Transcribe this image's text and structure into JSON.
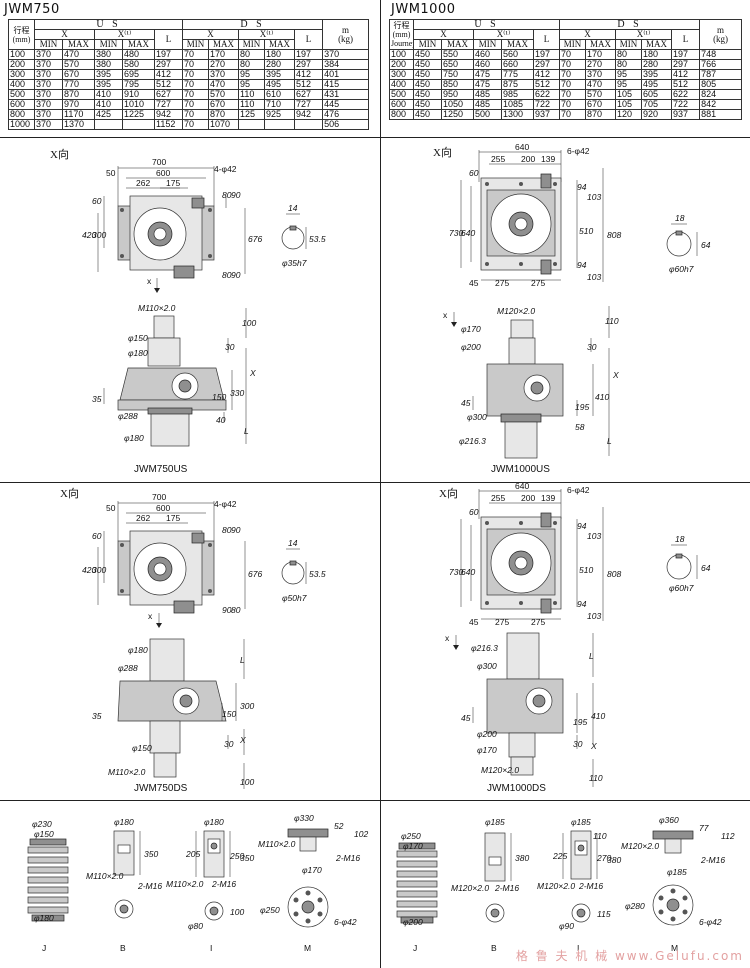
{
  "left": {
    "title": "JWM750",
    "table": {
      "head_stroke": "行程",
      "head_mm": "(mm)",
      "us": "U S",
      "ds": "D S",
      "x": "X",
      "x1": "X⁽¹⁾",
      "min": "MIN",
      "max": "MAX",
      "l": "L",
      "m": "m",
      "kg": "(kg)",
      "rows": [
        [
          "100",
          "370",
          "470",
          "380",
          "480",
          "197",
          "70",
          "170",
          "80",
          "180",
          "197",
          "370"
        ],
        [
          "200",
          "370",
          "570",
          "380",
          "580",
          "297",
          "70",
          "270",
          "80",
          "280",
          "297",
          "384"
        ],
        [
          "300",
          "370",
          "670",
          "395",
          "695",
          "412",
          "70",
          "370",
          "95",
          "395",
          "412",
          "401"
        ],
        [
          "400",
          "370",
          "770",
          "395",
          "795",
          "512",
          "70",
          "470",
          "95",
          "495",
          "512",
          "415"
        ],
        [
          "500",
          "370",
          "870",
          "410",
          "910",
          "627",
          "70",
          "570",
          "110",
          "610",
          "627",
          "431"
        ],
        [
          "600",
          "370",
          "970",
          "410",
          "1010",
          "727",
          "70",
          "670",
          "110",
          "710",
          "727",
          "445"
        ],
        [
          "800",
          "370",
          "1170",
          "425",
          "1225",
          "942",
          "70",
          "870",
          "125",
          "925",
          "942",
          "476"
        ],
        [
          "1000",
          "370",
          "1370",
          "",
          "",
          "1152",
          "70",
          "1070",
          "",
          "",
          "",
          "506"
        ]
      ]
    },
    "us": {
      "view": "X向",
      "d700": "700",
      "d600": "600",
      "d262": "262",
      "d175": "175",
      "d50": "50",
      "holes": "4-φ42",
      "d60": "60",
      "d420": "420",
      "d300": "300",
      "d676": "676",
      "d90": "90",
      "d80": "80",
      "key_w": "14",
      "key_h": "53.5",
      "shaft": "φ35h7",
      "arrow": "x",
      "thread": "M110×2.0",
      "d150": "φ150",
      "d180": "φ180",
      "d288": "φ288",
      "d180b": "φ180",
      "v100": "100",
      "v30": "30",
      "vX": "X",
      "v330": "330",
      "v150": "150",
      "v35": "35",
      "v40": "40",
      "vL": "L",
      "model": "JWM750US"
    },
    "ds": {
      "view": "X向",
      "d700": "700",
      "d600": "600",
      "d262": "262",
      "d175": "175",
      "d50": "50",
      "holes": "4-φ42",
      "d60": "60",
      "d420": "420",
      "d300": "300",
      "d676": "676",
      "d90": "90",
      "d80": "80",
      "key_w": "14",
      "key_h": "53.5",
      "shaft": "φ50h7",
      "arrow": "x",
      "d180": "φ180",
      "d288": "φ288",
      "d150": "φ150",
      "thread": "M110×2.0",
      "vL": "L",
      "v150": "150",
      "v300": "300",
      "v35": "35",
      "v30": "30",
      "vX": "X",
      "v100": "100",
      "model": "JWM750DS"
    },
    "acc": {
      "j_d1": "φ230",
      "j_d2": "φ150",
      "j_d3": "φ180",
      "b_d": "φ180",
      "b_h": "350",
      "b_thread": "M110×2.0",
      "b_holes": "2-M16",
      "i_d": "φ180",
      "i_205": "205",
      "i_250": "250",
      "i_350": "350",
      "i_thread": "M110×2.0",
      "i_holes": "2-M16",
      "i_80": "φ80",
      "i_100": "100",
      "m_d": "φ330",
      "m_52": "52",
      "m_102": "102",
      "m_thread": "M110×2.0",
      "m_holes": "2-M16",
      "m_170": "φ170",
      "m_250": "φ250",
      "m_bolts": "6-φ42",
      "labels": [
        "J",
        "B",
        "I",
        "M"
      ]
    }
  },
  "right": {
    "title": "JWM1000",
    "table": {
      "head_stroke": "行程",
      "head_mm": "(mm)",
      "head_en": "Journey",
      "us": "U S",
      "ds": "D S",
      "x": "X",
      "x1": "X⁽¹⁾",
      "min": "MIN",
      "max": "MAX",
      "l": "L",
      "m": "m",
      "kg": "(kg)",
      "rows": [
        [
          "100",
          "450",
          "550",
          "460",
          "560",
          "197",
          "70",
          "170",
          "80",
          "180",
          "197",
          "748"
        ],
        [
          "200",
          "450",
          "650",
          "460",
          "660",
          "297",
          "70",
          "270",
          "80",
          "280",
          "297",
          "766"
        ],
        [
          "300",
          "450",
          "750",
          "475",
          "775",
          "412",
          "70",
          "370",
          "95",
          "395",
          "412",
          "787"
        ],
        [
          "400",
          "450",
          "850",
          "475",
          "875",
          "512",
          "70",
          "470",
          "95",
          "495",
          "512",
          "805"
        ],
        [
          "500",
          "450",
          "950",
          "485",
          "985",
          "622",
          "70",
          "570",
          "105",
          "605",
          "622",
          "824"
        ],
        [
          "600",
          "450",
          "1050",
          "485",
          "1085",
          "722",
          "70",
          "670",
          "105",
          "705",
          "722",
          "842"
        ],
        [
          "800",
          "450",
          "1250",
          "500",
          "1300",
          "937",
          "70",
          "870",
          "120",
          "920",
          "937",
          "881"
        ]
      ]
    },
    "us": {
      "view": "X向",
      "d640": "640",
      "d255": "255",
      "d200": "200",
      "d139": "139",
      "holes": "6-φ42",
      "d60": "60",
      "d730": "730",
      "d640v": "640",
      "d94": "94",
      "d103": "103",
      "d510": "510",
      "d808": "808",
      "d45": "45",
      "d275": "275",
      "d275b": "275",
      "key_w": "18",
      "key_h": "64",
      "shaft": "φ60h7",
      "arrow": "x",
      "thread": "M120×2.0",
      "d170": "φ170",
      "d200s": "φ200",
      "d300": "φ300",
      "d216": "φ216.3",
      "v110": "110",
      "v30": "30",
      "vX": "X",
      "v410": "410",
      "v195": "195",
      "v45": "45",
      "v58": "58",
      "vL": "L",
      "model": "JWM1000US"
    },
    "ds": {
      "view": "X向",
      "d640": "640",
      "d255": "255",
      "d200": "200",
      "d139": "139",
      "holes": "6-φ42",
      "d60": "60",
      "d730": "730",
      "d640v": "640",
      "d94": "94",
      "d103": "103",
      "d510": "510",
      "d808": "808",
      "d45": "45",
      "d275": "275",
      "d275b": "275",
      "key_w": "18",
      "key_h": "64",
      "shaft": "φ60h7",
      "arrow": "x",
      "d216": "φ216.3",
      "d300": "φ300",
      "d200s": "φ200",
      "d170": "φ170",
      "thread": "M120×2.0",
      "vL": "L",
      "v45": "45",
      "v195": "195",
      "v410": "410",
      "v30": "30",
      "vX": "X",
      "v110": "110",
      "model": "JWM1000DS"
    },
    "acc": {
      "j_d1": "φ250",
      "j_d2": "φ170",
      "j_d3": "φ200",
      "b_d": "φ185",
      "b_h": "380",
      "b_thread": "M120×2.0",
      "b_holes": "2-M16",
      "i_d": "φ185",
      "i_110": "110",
      "i_225": "225",
      "i_270": "270",
      "i_380": "380",
      "i_thread": "M120×2.0",
      "i_holes": "2-M16",
      "i_90": "φ90",
      "i_115": "115",
      "m_d": "φ360",
      "m_77": "77",
      "m_112": "112",
      "m_thread": "M120×2.0",
      "m_holes": "2-M16",
      "m_185": "φ185",
      "m_280": "φ280",
      "m_bolts": "6-φ42",
      "labels": [
        "J",
        "B",
        "I",
        "M"
      ]
    }
  },
  "watermark": "格 鲁 夫 机 械  www.Gelufu.com"
}
